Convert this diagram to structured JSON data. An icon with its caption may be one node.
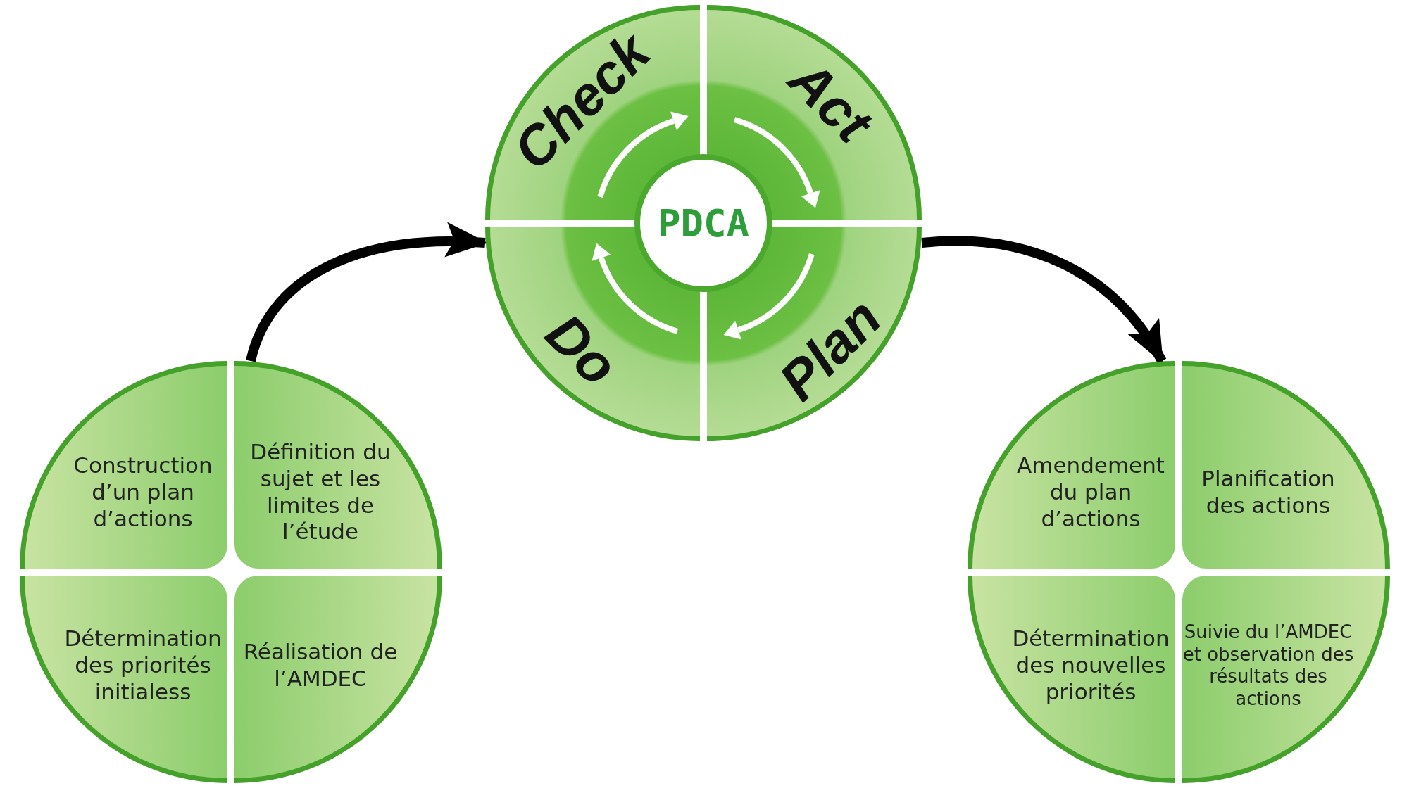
{
  "diagram": {
    "nodes": [
      {
        "text": [],
        "shape": "circle"
      },
      {
        "text": [
          "Construction d’un plan d’actions"
        ],
        "in": 0
      },
      {
        "text": [
          "Définition du sujet et les limites de l’étude"
        ],
        "in": 0
      },
      {
        "text": [
          "Détermination des priorités initialess"
        ],
        "in": 0
      },
      {
        "text": [
          "Réalisation de l’AMDEC"
        ],
        "in": 0
      },
      {
        "text": [],
        "shape": "circle"
      },
      {
        "text": [
          "Check"
        ],
        "in": 5
      },
      {
        "text": [
          "Act"
        ],
        "in": 5
      },
      {
        "text": [
          "Do"
        ],
        "in": 5
      },
      {
        "text": [
          "Plan"
        ],
        "in": 5
      },
      {
        "text": [
          "PDCA"
        ],
        "in": 5
      },
      {
        "text": [],
        "shape": "circle"
      },
      {
        "text": [
          "Amendement du plan d’actions"
        ],
        "in": 11
      },
      {
        "text": [
          "Planification des actions"
        ],
        "in": 11
      },
      {
        "text": [
          "Détermination des nouvelles priorités"
        ],
        "in": 11
      },
      {
        "text": [
          "Suivie du l’AMDEC et observation des résultats des actions"
        ],
        "in": 11
      }
    ],
    "edges": [
      {
        "from": 0,
        "to": 5,
        "arrow": "to"
      },
      {
        "from": 5,
        "to": 11,
        "arrow": "to"
      }
    ]
  }
}
